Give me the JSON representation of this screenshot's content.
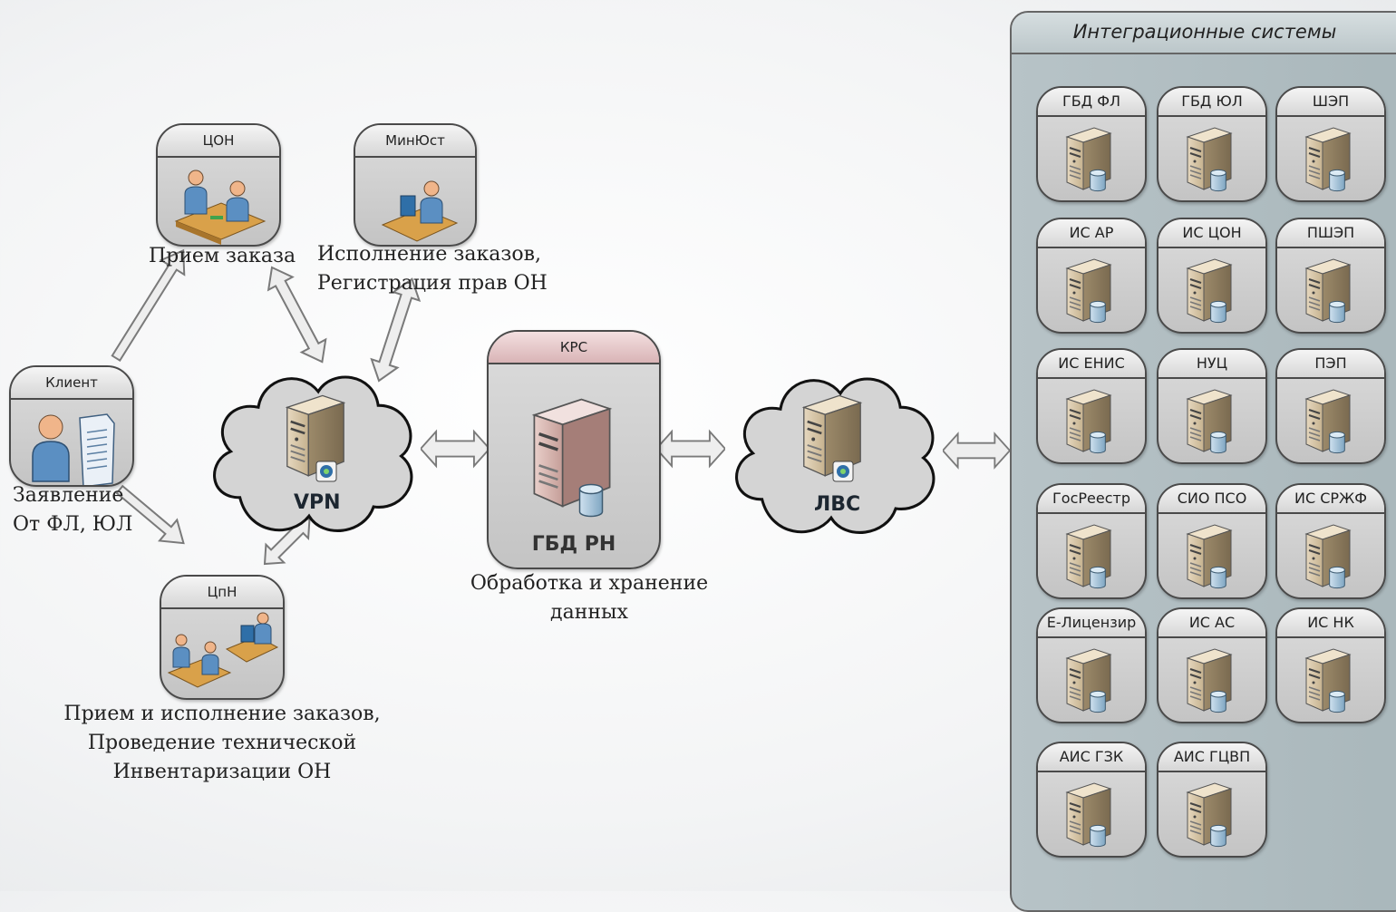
{
  "nodes": {
    "client": {
      "title": "Клиент",
      "caption": [
        "Заявление",
        "От ФЛ, ЮЛ"
      ]
    },
    "con": {
      "title": "ЦОН",
      "caption": "Прием заказа"
    },
    "minjust": {
      "title": "МинЮст",
      "caption": [
        "Исполнение заказов,",
        "Регистрация прав ОН"
      ]
    },
    "cpn": {
      "title": "ЦпН",
      "caption": [
        "Прием и исполнение заказов,",
        "Проведение технической",
        "Инвентаризации ОН"
      ]
    },
    "vpn": {
      "title": "VPN"
    },
    "krs": {
      "title": "КРС",
      "server_label": "ГБД РН",
      "caption": [
        "Обработка и хранение",
        "данных"
      ]
    },
    "lvs": {
      "title": "ЛВС"
    }
  },
  "integration": {
    "title": "Интеграционные системы",
    "systems": [
      "ГБД ФЛ",
      "ГБД ЮЛ",
      "ШЭП",
      "ИС АР",
      "ИС ЦОН",
      "ПШЭП",
      "ИС ЕНИС",
      "НУЦ",
      "ПЭП",
      "ГосРеестр",
      "СИО ПСО",
      "ИС СРЖФ",
      "Е-Лицензир",
      "ИС АС",
      "ИС НК",
      "АИС ГЗК",
      "АИС ГЦВП"
    ]
  }
}
